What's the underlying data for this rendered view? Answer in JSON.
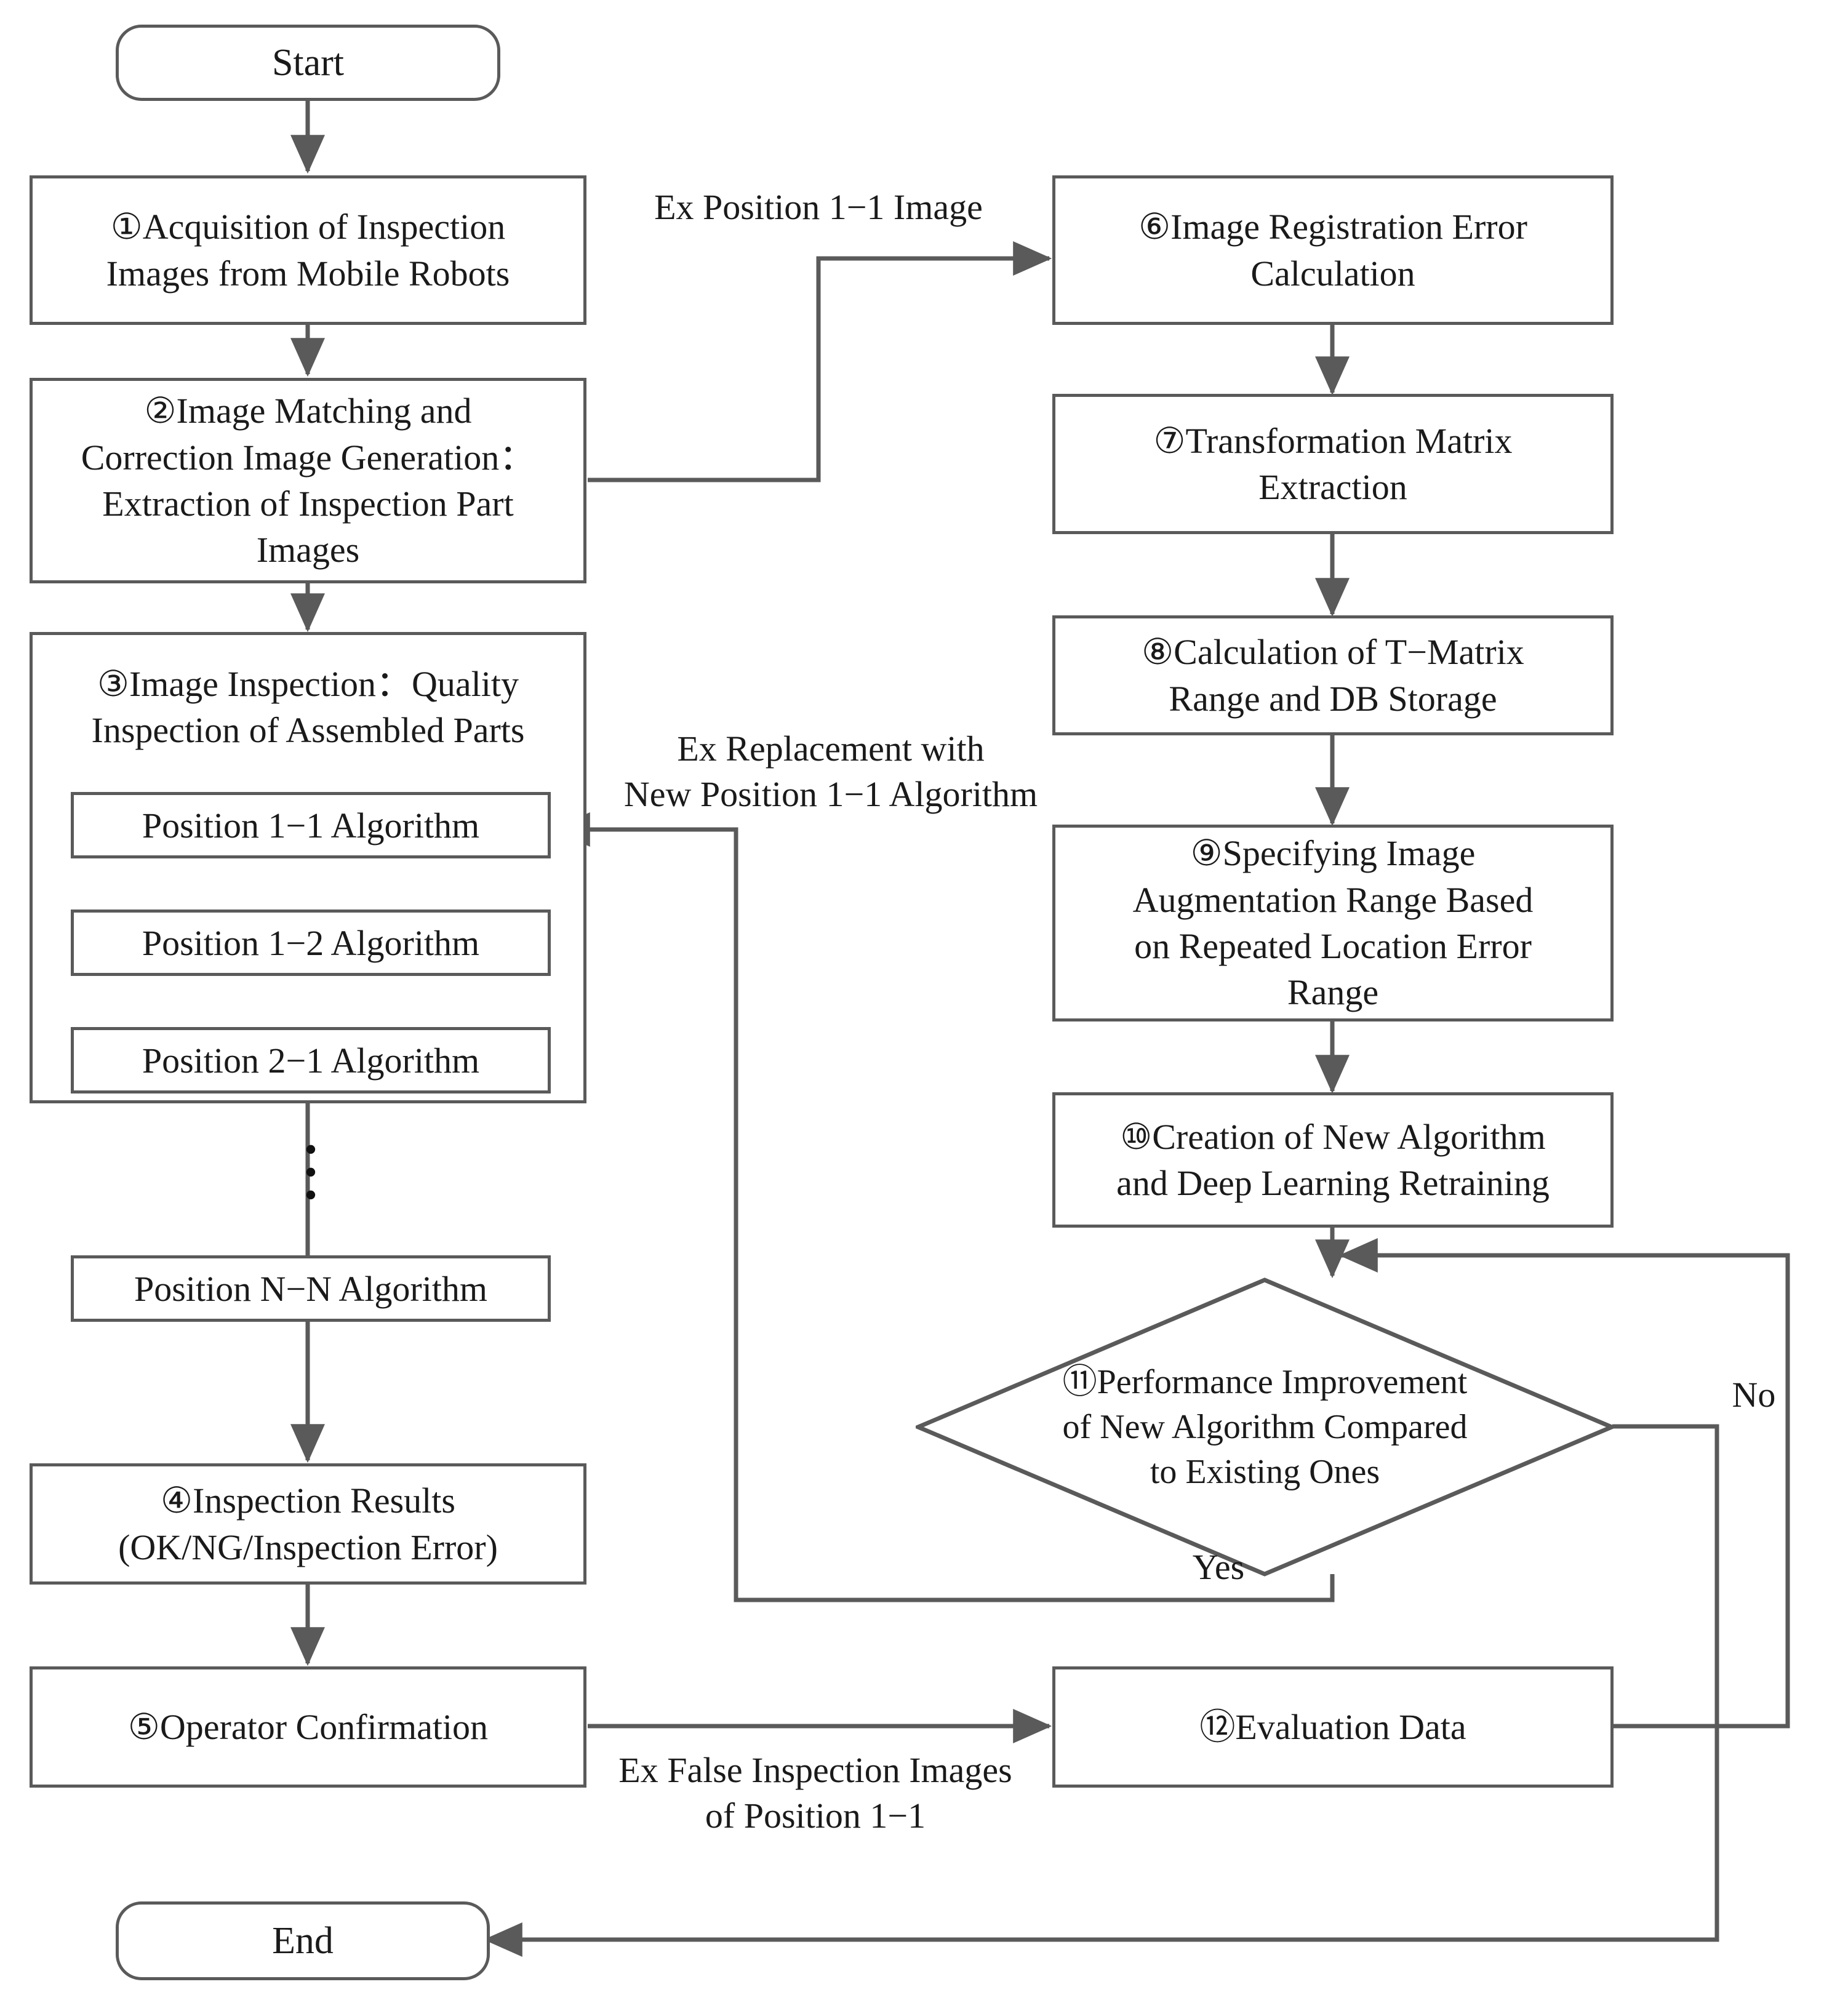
{
  "diagram": {
    "title": "Image Inspection and Algorithm Retraining Flowchart",
    "line_color": "#5a5a5a",
    "text_color": "#1a1a1a",
    "background": "#ffffff"
  },
  "nodes": {
    "start": {
      "label": "Start",
      "shape": "terminal"
    },
    "step1": {
      "label": "①Acquisition of Inspection\nImages from Mobile Robots",
      "shape": "process"
    },
    "step2": {
      "label": "②Image Matching and\nCorrection Image Generation：\nExtraction of Inspection Part\nImages",
      "shape": "process"
    },
    "step3": {
      "label": "③Image Inspection：Quality\nInspection of Assembled Parts",
      "shape": "group"
    },
    "step4": {
      "label": "④Inspection Results\n(OK/NG/Inspection Error)",
      "shape": "process"
    },
    "step5": {
      "label": "⑤Operator Confirmation",
      "shape": "process"
    },
    "step6": {
      "label": "⑥Image Registration Error\nCalculation",
      "shape": "process"
    },
    "step7": {
      "label": "⑦Transformation Matrix\nExtraction",
      "shape": "process"
    },
    "step8": {
      "label": "⑧Calculation of T−Matrix\nRange and DB Storage",
      "shape": "process"
    },
    "step9": {
      "label": "⑨Specifying Image\nAugmentation Range Based\non Repeated Location Error\nRange",
      "shape": "process"
    },
    "step10": {
      "label": "⑩Creation of New Algorithm\nand Deep Learning Retraining",
      "shape": "process"
    },
    "step11": {
      "label": "⑪Performance Improvement\nof New Algorithm Compared\nto Existing Ones",
      "shape": "decision"
    },
    "step12": {
      "label": "⑫Evaluation Data",
      "shape": "process"
    },
    "end": {
      "label": "End",
      "shape": "terminal"
    }
  },
  "algorithms": {
    "items": [
      {
        "label": "Position 1−1 Algorithm"
      },
      {
        "label": "Position 1−2 Algorithm"
      },
      {
        "label": "Position 2−1 Algorithm"
      },
      {
        "label": "Position N−N Algorithm"
      }
    ],
    "ellipsis": "⋮"
  },
  "edge_labels": {
    "ex_position_image": "Ex Position 1−1 Image",
    "ex_replacement": "Ex Replacement with\nNew Position 1−1 Algorithm",
    "ex_false_images": "Ex False Inspection Images\nof Position 1−1",
    "yes": "Yes",
    "no": "No"
  }
}
